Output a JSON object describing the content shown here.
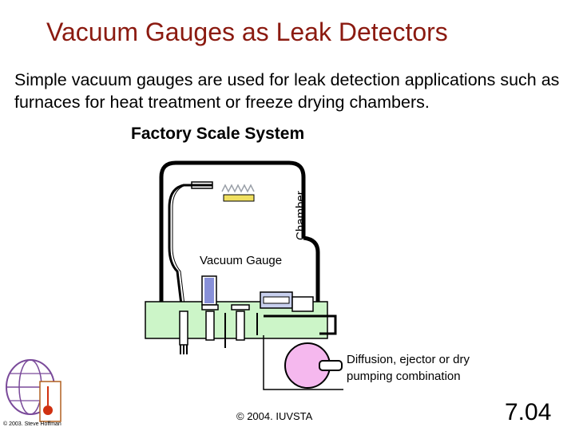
{
  "slide": {
    "title": "Vacuum Gauges as Leak Detectors",
    "intro": "Simple vacuum gauges are used for leak detection applications such as furnaces for heat treatment or freeze drying chambers.",
    "subheading": "Factory Scale System",
    "slide_number": "7.04",
    "copyright": "© 2004. IUVSTA"
  },
  "diagram": {
    "chamber_label": "Chamber",
    "gauge_label": "Vacuum Gauge",
    "pump_label": "Diffusion, ejector or dry pumping combination",
    "colors": {
      "base": "#ccf5c8",
      "pump": "#f5b8ee",
      "heater": "#f0e060",
      "heater_coil": "#9aa0a8",
      "gauge_tube": "#8890d8",
      "valve": "#c8d0ee"
    }
  },
  "logo": {
    "credit": "© 2003. Steve Hoffman"
  }
}
